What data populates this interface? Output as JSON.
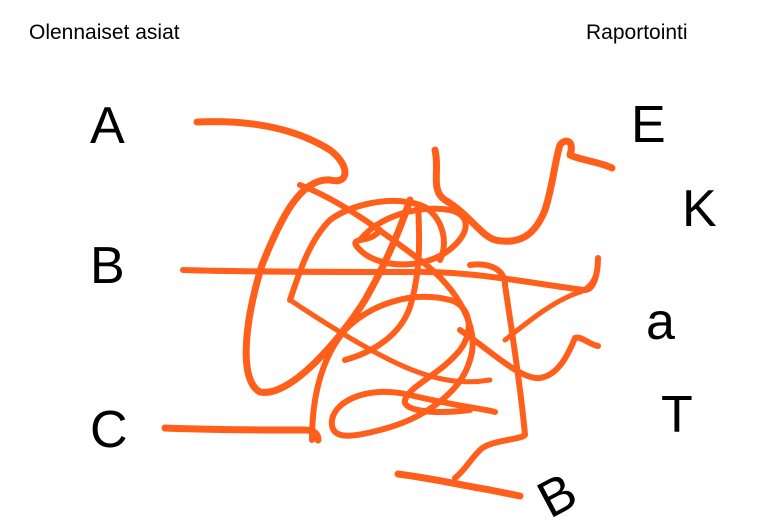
{
  "headers": {
    "left": "Olennaiset asiat",
    "right": "Raportointi"
  },
  "left_letters": [
    "A",
    "B",
    "C"
  ],
  "right_letters": [
    "E",
    "K",
    "a",
    "T"
  ],
  "bottom_letter": "B",
  "colors": {
    "stroke": "#ff5f1a",
    "text": "#000000",
    "background": "#ffffff"
  }
}
